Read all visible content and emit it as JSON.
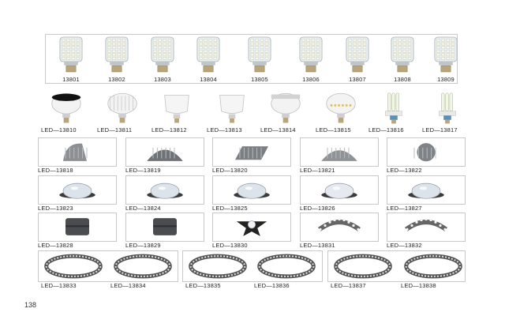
{
  "page_number": "138",
  "row1": [
    {
      "code": "13801",
      "icon": "corn-bulb-icon"
    },
    {
      "code": "13802",
      "icon": "corn-bulb-icon"
    },
    {
      "code": "13803",
      "icon": "corn-bulb-icon"
    },
    {
      "code": "13804",
      "icon": "corn-bulb-icon"
    },
    {
      "code": "13805",
      "icon": "corn-bulb-icon"
    },
    {
      "code": "13806",
      "icon": "corn-bulb-icon"
    },
    {
      "code": "13807",
      "icon": "corn-bulb-icon"
    },
    {
      "code": "13808",
      "icon": "corn-bulb-icon"
    },
    {
      "code": "13809",
      "icon": "corn-bulb-icon"
    }
  ],
  "row2": [
    {
      "code": "LED—13810",
      "icon": "high-bay-bulb-icon"
    },
    {
      "code": "LED—13811",
      "icon": "fin-bulb-icon"
    },
    {
      "code": "LED—13812",
      "icon": "t-bulb-icon"
    },
    {
      "code": "LED—13813",
      "icon": "t-bulb-icon"
    },
    {
      "code": "LED—13814",
      "icon": "mushroom-bulb-icon"
    },
    {
      "code": "LED—13815",
      "icon": "dome-bulb-icon"
    },
    {
      "code": "LED—13816",
      "icon": "u-tube-bulb-icon"
    },
    {
      "code": "LED—13817",
      "icon": "u-tube-bulb-icon"
    }
  ],
  "row3": [
    {
      "code": "LED—13818",
      "icon": "wall-washer-icon"
    },
    {
      "code": "LED—13819",
      "icon": "wall-washer-icon"
    },
    {
      "code": "LED—13820",
      "icon": "wall-washer-icon"
    },
    {
      "code": "LED—13821",
      "icon": "wall-washer-icon"
    },
    {
      "code": "LED—13822",
      "icon": "wall-washer-icon"
    }
  ],
  "row4": [
    {
      "code": "LED—13823",
      "icon": "pixel-light-icon"
    },
    {
      "code": "LED—13824",
      "icon": "pixel-light-icon"
    },
    {
      "code": "LED—13825",
      "icon": "pixel-light-icon"
    },
    {
      "code": "LED—13826",
      "icon": "pixel-light-icon"
    },
    {
      "code": "LED—13827",
      "icon": "pixel-light-icon"
    }
  ],
  "row5": [
    {
      "code": "LED—13828",
      "icon": "cube-wall-light-icon"
    },
    {
      "code": "LED—13829",
      "icon": "cube-wall-light-icon"
    },
    {
      "code": "LED—13830",
      "icon": "star-light-icon"
    },
    {
      "code": "LED—13831",
      "icon": "arc-light-icon"
    },
    {
      "code": "LED—13832",
      "icon": "arc-light-icon"
    }
  ],
  "row6": [
    {
      "code": "LED—13833",
      "icon": "ring-light-icon"
    },
    {
      "code": "LED—13834",
      "icon": "ring-light-icon"
    },
    {
      "code": "LED—13835",
      "icon": "ring-light-icon"
    },
    {
      "code": "LED—13836",
      "icon": "ring-light-icon"
    },
    {
      "code": "LED—13837",
      "icon": "ring-light-icon"
    },
    {
      "code": "LED—13838",
      "icon": "ring-light-icon"
    }
  ]
}
